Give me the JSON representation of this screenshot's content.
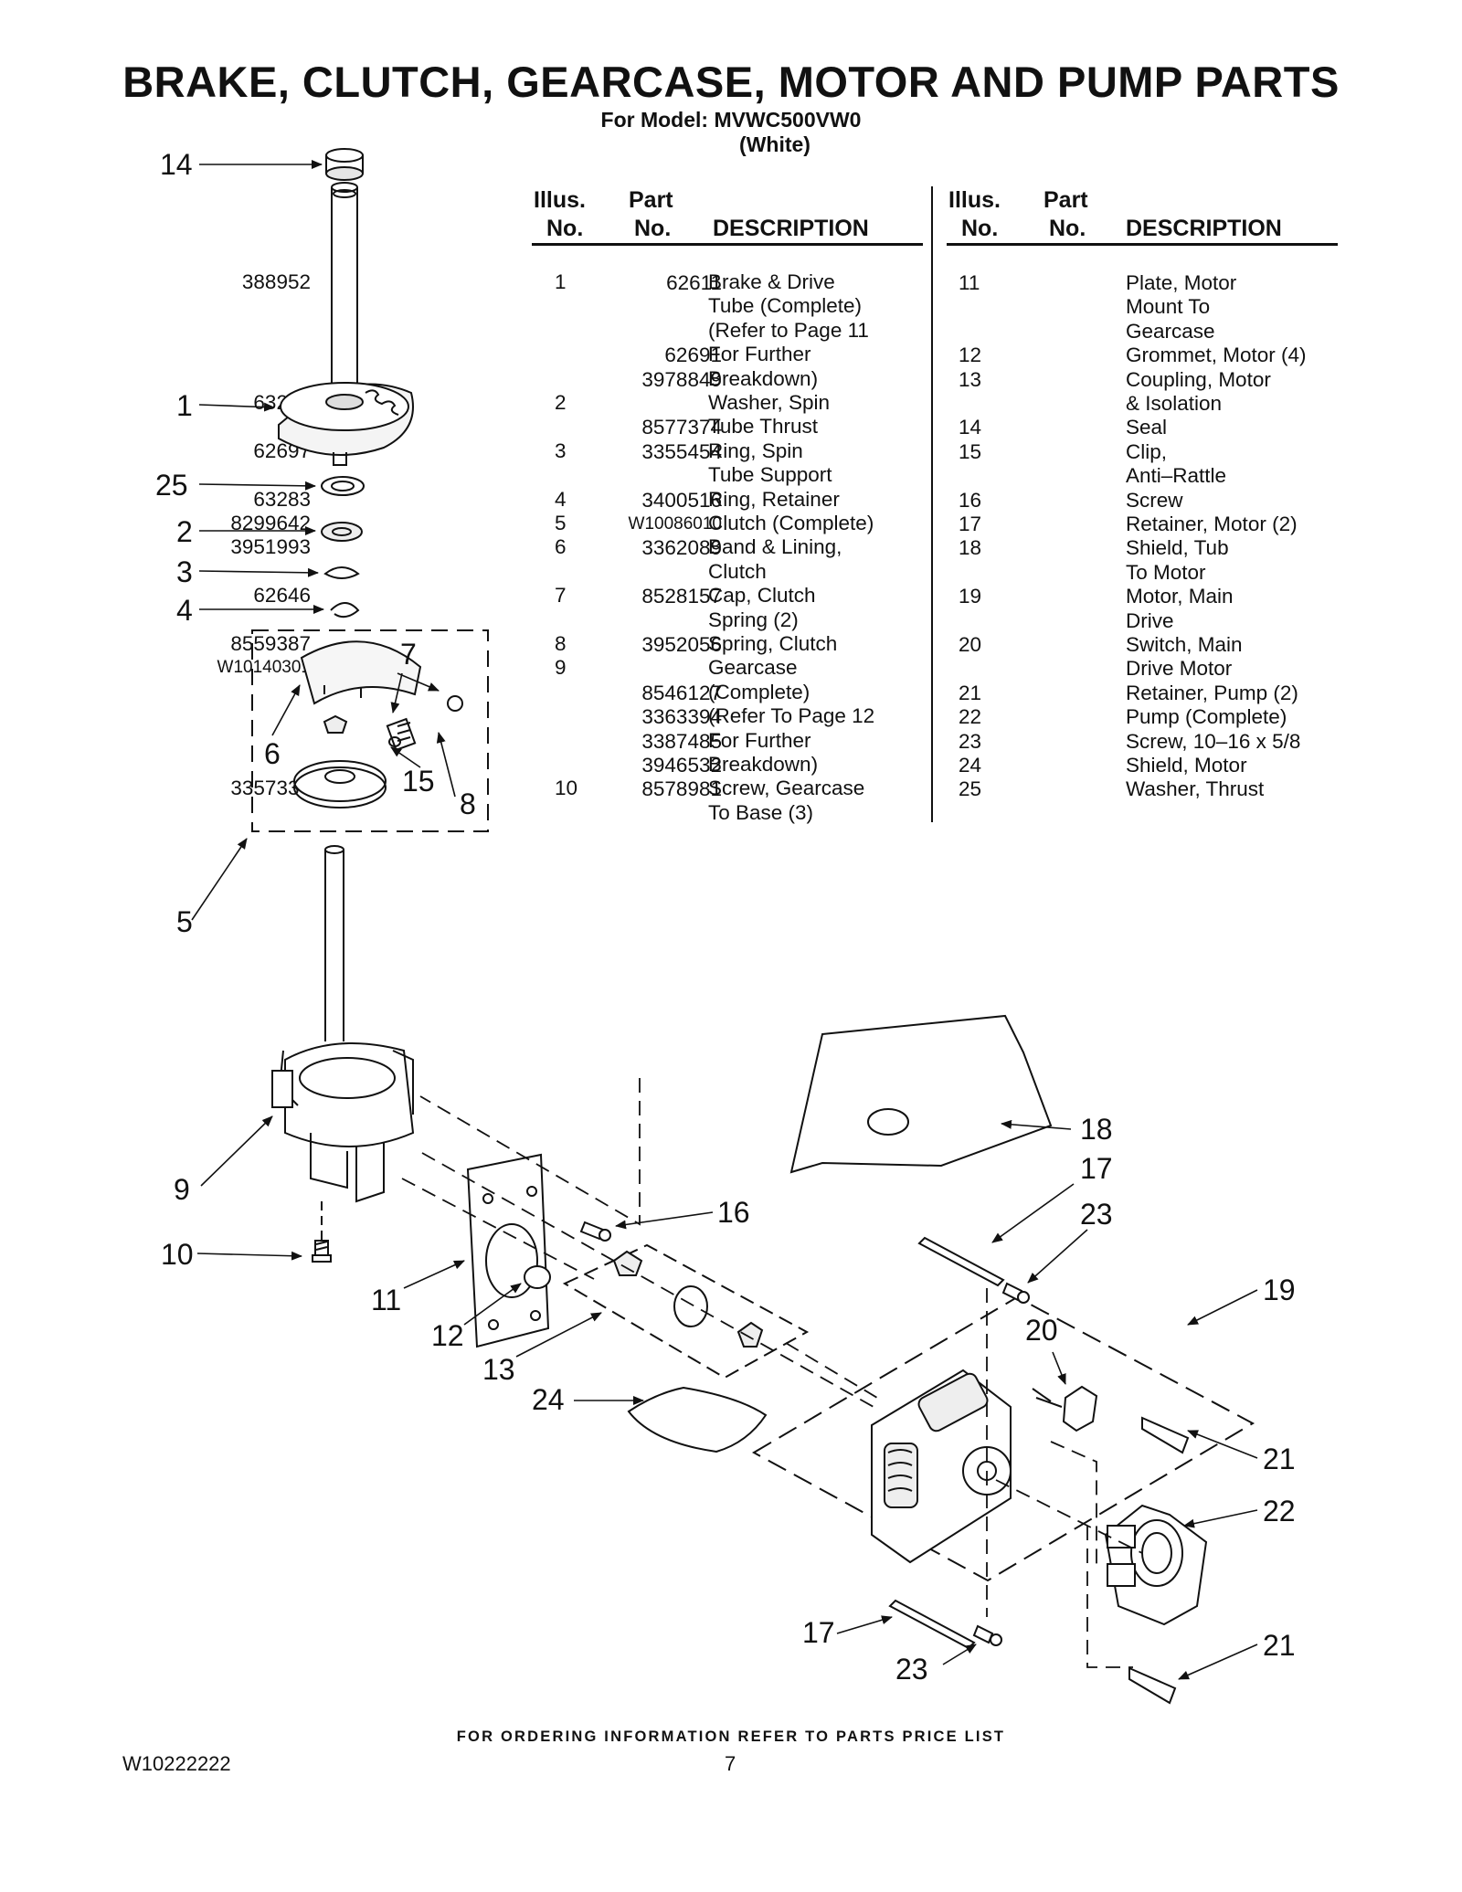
{
  "title": "BRAKE, CLUTCH, GEARCASE, MOTOR AND PUMP PARTS",
  "model_line": "For Model: MVWC500VW0",
  "model_color": "(White)",
  "table_headers": {
    "illus_1": "Illus.",
    "illus_2": "No.",
    "part_1": "Part",
    "part_2": "No.",
    "description": "DESCRIPTION"
  },
  "parts_left": [
    {
      "illus": "1",
      "part": "388952",
      "desc": [
        "Brake & Drive",
        "Tube (Complete)",
        "(Refer to Page 11",
        "For Further",
        "Breakdown)"
      ]
    },
    {
      "illus": "2",
      "part": "63292",
      "desc": [
        "Washer, Spin",
        "Tube Thrust"
      ]
    },
    {
      "illus": "3",
      "part": "62697",
      "desc": [
        "Ring, Spin",
        "Tube Support"
      ]
    },
    {
      "illus": "4",
      "part": "63283",
      "desc": [
        "Ring, Retainer"
      ]
    },
    {
      "illus": "5",
      "part": "8299642",
      "desc": [
        "Clutch (Complete)"
      ]
    },
    {
      "illus": "6",
      "part": "3951993",
      "desc": [
        "Band & Lining,",
        "Clutch"
      ]
    },
    {
      "illus": "7",
      "part": "62646",
      "desc": [
        "Cap, Clutch",
        "Spring (2)"
      ]
    },
    {
      "illus": "8",
      "part": "8559387",
      "desc": [
        "Spring, Clutch"
      ]
    },
    {
      "illus": "9",
      "part": "W10140301",
      "desc": [
        "Gearcase",
        "(Complete)",
        "(Refer To Page 12",
        "For Further",
        "Breakdown)"
      ]
    },
    {
      "illus": "10",
      "part": "3357334",
      "desc": [
        "Screw, Gearcase",
        "To Base (3)"
      ]
    }
  ],
  "parts_right": [
    {
      "illus": "11",
      "part": "62611",
      "desc": [
        "Plate, Motor",
        "Mount To",
        "Gearcase"
      ]
    },
    {
      "illus": "12",
      "part": "62691",
      "desc": [
        "Grommet, Motor (4)"
      ]
    },
    {
      "illus": "13",
      "part": "3978849",
      "desc": [
        "Coupling, Motor",
        "& Isolation"
      ]
    },
    {
      "illus": "14",
      "part": "8577374",
      "desc": [
        "Seal"
      ]
    },
    {
      "illus": "15",
      "part": "3355454",
      "desc": [
        "Clip,",
        "Anti–Rattle"
      ]
    },
    {
      "illus": "16",
      "part": "3400516",
      "desc": [
        "Screw"
      ]
    },
    {
      "illus": "17",
      "part": "W10086010",
      "desc": [
        "Retainer, Motor (2)"
      ]
    },
    {
      "illus": "18",
      "part": "3362089",
      "desc": [
        "Shield, Tub",
        "To Motor"
      ]
    },
    {
      "illus": "19",
      "part": "8528157",
      "desc": [
        "Motor, Main",
        "Drive"
      ]
    },
    {
      "illus": "20",
      "part": "3952056",
      "desc": [
        "Switch, Main",
        "Drive Motor"
      ]
    },
    {
      "illus": "21",
      "part": "8546127",
      "desc": [
        "Retainer, Pump (2)"
      ]
    },
    {
      "illus": "22",
      "part": "3363394",
      "desc": [
        "Pump (Complete)"
      ]
    },
    {
      "illus": "23",
      "part": "3387485",
      "desc": [
        "Screw, 10–16 x 5/8"
      ]
    },
    {
      "illus": "24",
      "part": "3946532",
      "desc": [
        "Shield, Motor"
      ]
    },
    {
      "illus": "25",
      "part": "8578981",
      "desc": [
        "Washer, Thrust"
      ]
    }
  ],
  "callouts": {
    "c14": "14",
    "c1": "1",
    "c25": "25",
    "c2": "2",
    "c3": "3",
    "c4": "4",
    "c7": "7",
    "c6": "6",
    "c15": "15",
    "c8": "8",
    "c5": "5",
    "c18": "18",
    "c17a": "17",
    "c23a": "23",
    "c16": "16",
    "c9": "9",
    "c10": "10",
    "c19": "19",
    "c11": "11",
    "c20": "20",
    "c12": "12",
    "c13": "13",
    "c24": "24",
    "c21a": "21",
    "c22": "22",
    "c17b": "17",
    "c21b": "21",
    "c23b": "23"
  },
  "footer": "FOR ORDERING INFORMATION REFER TO PARTS PRICE LIST",
  "doc_number": "W10222222",
  "page_number": "7"
}
